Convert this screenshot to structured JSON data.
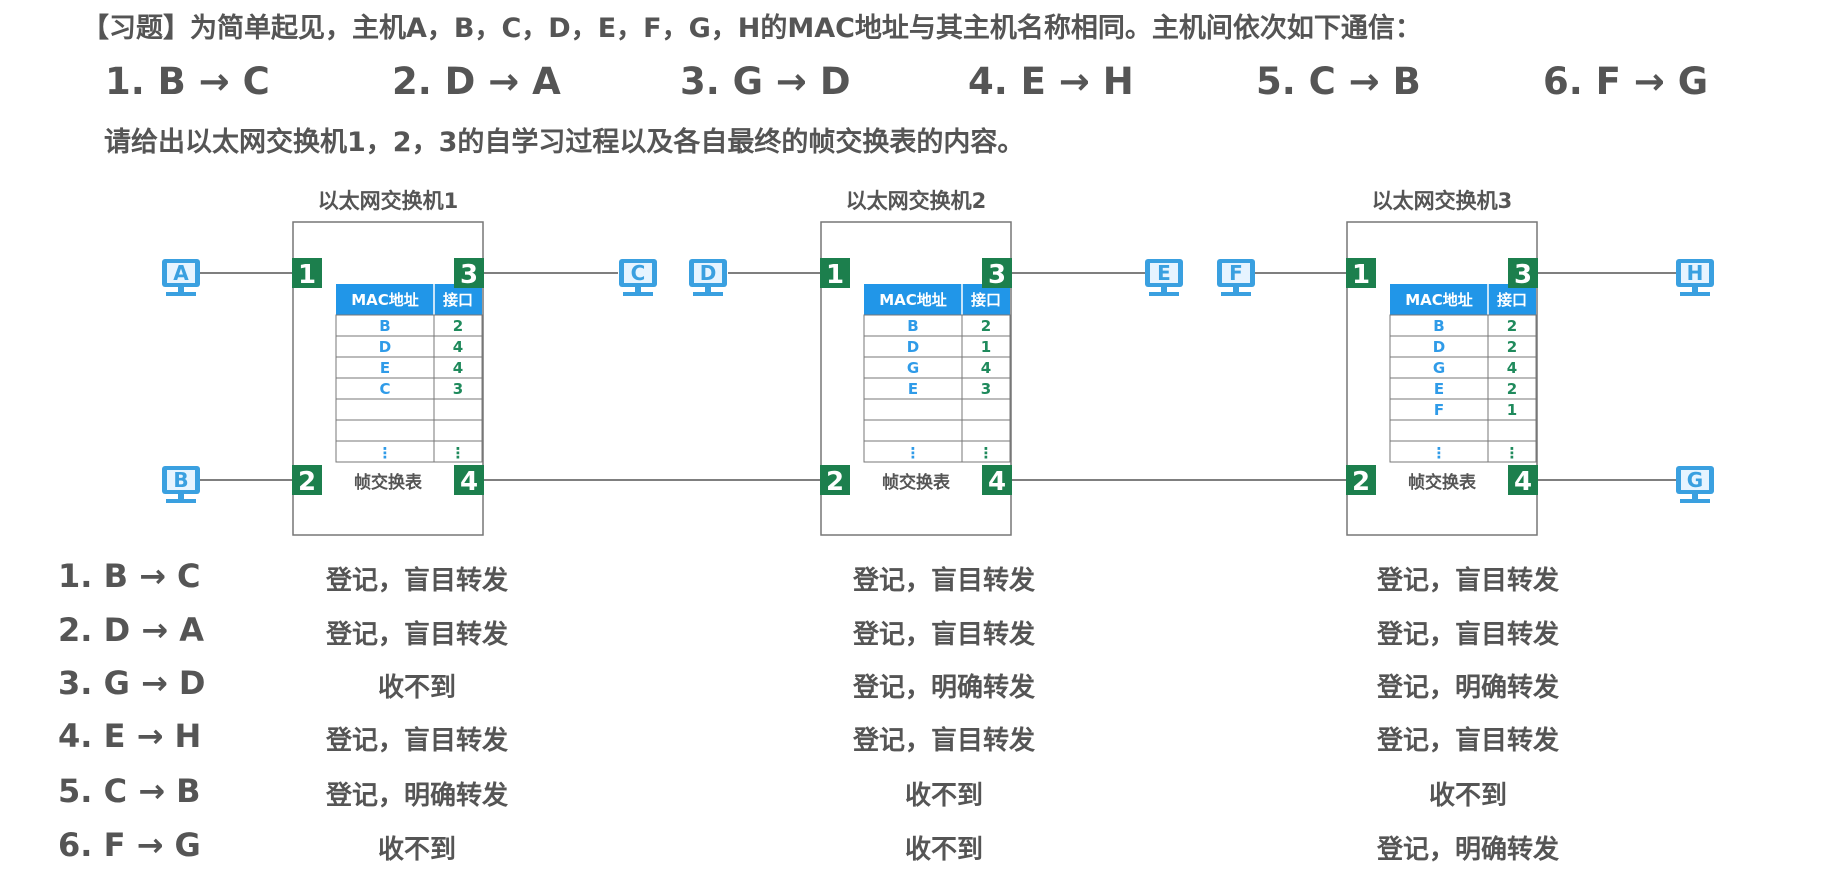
{
  "heading": "【习题】为简单起见，主机A，B，C，D，E，F，G，H的MAC地址与其主机名称相同。主机间依次如下通信：",
  "sequence": [
    "1. B → C",
    "2. D → A",
    "3. G → D",
    "4. E → H",
    "5. C → B",
    "6. F → G"
  ],
  "question": "请给出以太网交换机1，2，3的自学习过程以及各自最终的帧交换表的内容。",
  "colors": {
    "port_green": "#1c7f4d",
    "pc_blue": "#3aa0e0",
    "mac_blue": "#2f9be8",
    "port_text_green": "#1f8a5c",
    "table_header": "#2196e8"
  },
  "table_header": {
    "mac": "MAC地址",
    "port": "接口"
  },
  "table_caption": "帧交换表",
  "ellipsis": "⋮",
  "switches": [
    {
      "title": "以太网交换机1",
      "ports": [
        "1",
        "2",
        "3",
        "4"
      ],
      "hosts": {
        "left_top": "A",
        "left_bottom": "B",
        "right_top": "C"
      },
      "table": [
        {
          "mac": "B",
          "port": "2"
        },
        {
          "mac": "D",
          "port": "4"
        },
        {
          "mac": "E",
          "port": "4"
        },
        {
          "mac": "C",
          "port": "3"
        }
      ]
    },
    {
      "title": "以太网交换机2",
      "ports": [
        "1",
        "2",
        "3",
        "4"
      ],
      "hosts": {
        "left_top": "D",
        "right_top": "E"
      },
      "table": [
        {
          "mac": "B",
          "port": "2"
        },
        {
          "mac": "D",
          "port": "1"
        },
        {
          "mac": "G",
          "port": "4"
        },
        {
          "mac": "E",
          "port": "3"
        }
      ]
    },
    {
      "title": "以太网交换机3",
      "ports": [
        "1",
        "2",
        "3",
        "4"
      ],
      "hosts": {
        "left_top": "F",
        "right_top": "H",
        "right_bottom": "G"
      },
      "table": [
        {
          "mac": "B",
          "port": "2"
        },
        {
          "mac": "D",
          "port": "2"
        },
        {
          "mac": "G",
          "port": "4"
        },
        {
          "mac": "E",
          "port": "2"
        },
        {
          "mac": "F",
          "port": "1"
        }
      ]
    }
  ],
  "results": [
    {
      "label": "1. B → C",
      "sw1": "登记，盲目转发",
      "sw2": "登记，盲目转发",
      "sw3": "登记，盲目转发"
    },
    {
      "label": "2. D → A",
      "sw1": "登记，盲目转发",
      "sw2": "登记，盲目转发",
      "sw3": "登记，盲目转发"
    },
    {
      "label": "3. G → D",
      "sw1": "收不到",
      "sw2": "登记，明确转发",
      "sw3": "登记，明确转发"
    },
    {
      "label": "4. E → H",
      "sw1": "登记，盲目转发",
      "sw2": "登记，盲目转发",
      "sw3": "登记，盲目转发"
    },
    {
      "label": "5. C → B",
      "sw1": "登记，明确转发",
      "sw2": "收不到",
      "sw3": "收不到"
    },
    {
      "label": "6. F → G",
      "sw1": "收不到",
      "sw2": "收不到",
      "sw3": "登记，明确转发"
    }
  ]
}
